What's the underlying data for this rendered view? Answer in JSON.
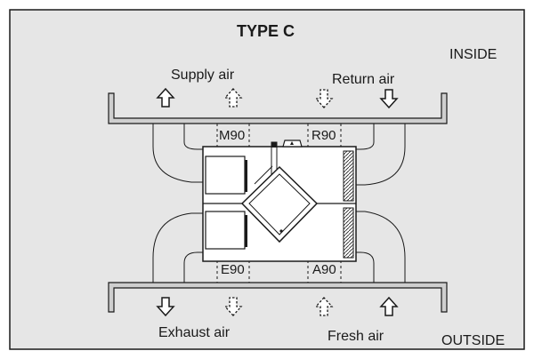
{
  "title": "TYPE C",
  "zones": {
    "inside": "INSIDE",
    "outside": "OUTSIDE"
  },
  "airflows": {
    "supply": "Supply air",
    "return": "Return air",
    "exhaust": "Exhaust air",
    "fresh": "Fresh air"
  },
  "connections": {
    "m90": "M90",
    "r90": "R90",
    "e90": "E90",
    "a90": "A90"
  },
  "colors": {
    "background": "#e6e6e6",
    "unit": "#ffffff",
    "line": "#1a1a1a",
    "duct_fill": "#cfcfcf"
  }
}
